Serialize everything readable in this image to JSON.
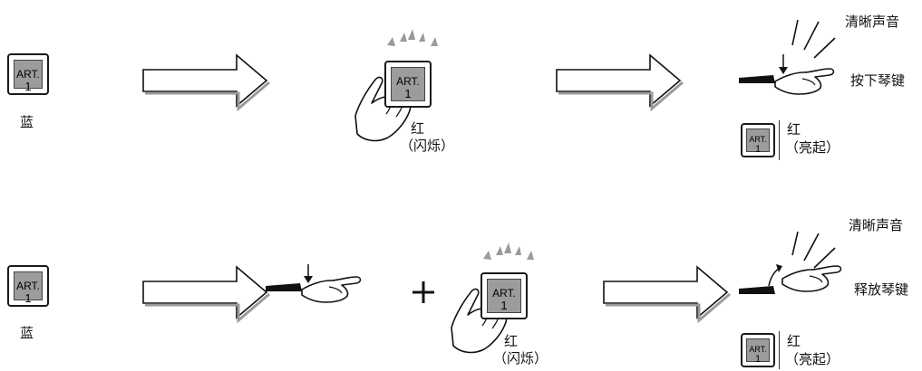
{
  "button": {
    "line1": "ART.",
    "line2": "1"
  },
  "labels": {
    "blue": "蓝",
    "red": "红",
    "flashing": "（闪烁）",
    "lit": "（亮起）",
    "clear_sound": "清晰声音",
    "press_key": "按下琴键",
    "release_key": "释放琴键",
    "plus": "+"
  }
}
